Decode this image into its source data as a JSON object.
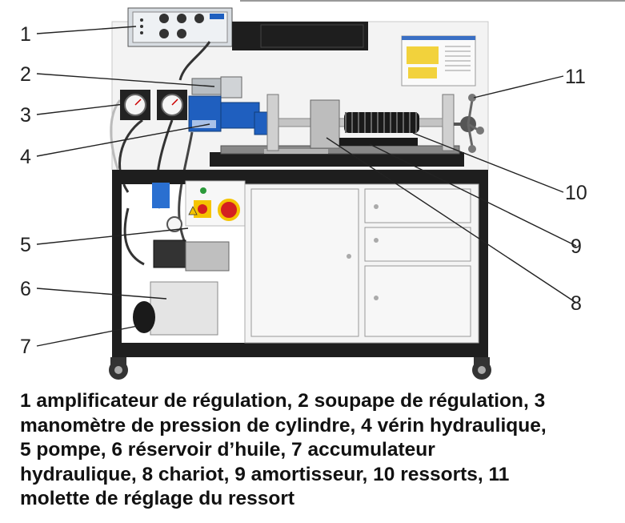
{
  "callouts": [
    {
      "num": "1"
    },
    {
      "num": "2"
    },
    {
      "num": "3"
    },
    {
      "num": "4"
    },
    {
      "num": "5"
    },
    {
      "num": "6"
    },
    {
      "num": "7"
    },
    {
      "num": "8"
    },
    {
      "num": "9"
    },
    {
      "num": "10"
    },
    {
      "num": "11"
    }
  ],
  "caption": {
    "lines": [
      "1 amplificateur de régulation, 2 soupape de régulation, 3",
      "manomètre de pression de cylindre, 4 vérin hydraulique,",
      "5 pompe, 6 réservoir d’huile, 7 accumulateur",
      "hydraulique, 8 chariot, 9 amortisseur, 10 ressorts, 11",
      "molette de réglage du ressort"
    ]
  },
  "colors": {
    "frame": "#1e1e1e",
    "panel": "#f2f2f2",
    "cabinet": "#f4f4f4",
    "valve_blue": "#1f5fbf",
    "spring_black": "#1a1a1a",
    "stop_red": "#d42020",
    "warning_yellow": "#f5c400"
  },
  "icons": [
    "pressure-gauge-icon",
    "emergency-stop-icon",
    "warning-triangle-icon",
    "caster-wheel-icon",
    "handwheel-icon"
  ]
}
